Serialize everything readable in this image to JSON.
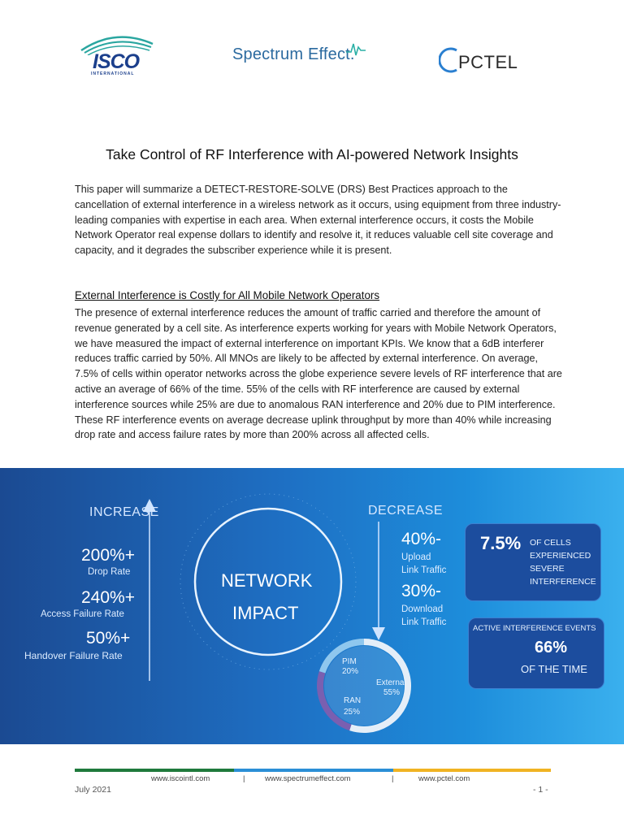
{
  "logos": {
    "isco": "ISCO",
    "isco_sub": "INTERNATIONAL",
    "spectrum_effect": "Spectrum Effect.",
    "pctel": "PCTEL"
  },
  "title": "Take Control of RF Interference with AI-powered Network Insights",
  "intro": "This paper will summarize a DETECT-RESTORE-SOLVE (DRS) Best Practices approach to the cancellation of external interference in a wireless network as it occurs, using equipment from three industry-leading companies with expertise in each area.  When external interference occurs, it costs the Mobile Network Operator real expense dollars to identify and resolve it, it reduces valuable cell site coverage and capacity, and it degrades the subscriber experience while it is present.",
  "section_heading": "External Interference is Costly for All Mobile Network Operators",
  "section_body": "The presence of external interference reduces the amount of traffic carried and therefore the amount of revenue generated by a cell site.  As interference experts working for years with Mobile Network Operators, we have measured the impact of external interference on important KPIs.  We know that a 6dB interferer reduces traffic carried by 50%.  All MNOs are likely to be affected by external interference.  On average, 7.5% of cells within operator networks across the globe experience severe levels of RF interference that are active an average of 66% of the time. 55% of the cells with RF interference are caused by external interference sources while 25% are due to anomalous RAN interference and 20% due to PIM interference. These RF interference events on average decrease uplink throughput by more than 40% while increasing drop rate and access failure rates by more than 200% across all affected cells.",
  "infographic": {
    "increase_label": "INCREASE",
    "decrease_label": "DECREASE",
    "increase_items": [
      {
        "value": "200%+",
        "label": "Drop Rate"
      },
      {
        "value": "240%+",
        "label": "Access Failure Rate"
      },
      {
        "value": "50%+",
        "label": "Handover Failure Rate"
      }
    ],
    "decrease_items": [
      {
        "value": "40%-",
        "label_line1": "Upload",
        "label_line2": "Link Traffic"
      },
      {
        "value": "30%-",
        "label_line1": "Download",
        "label_line2": "Link Traffic"
      }
    ],
    "center_line1": "NETWORK",
    "center_line2": "IMPACT",
    "pie": {
      "slices": [
        {
          "name": "PIM",
          "value": 20,
          "color": "#8fc7ee"
        },
        {
          "name": "External",
          "value": 55,
          "color": "#e4eef8"
        },
        {
          "name": "RAN",
          "value": 25,
          "color": "#7a5fb0"
        }
      ],
      "pim_label": "PIM",
      "pim_value": "20%",
      "external_label": "External",
      "external_value": "55%",
      "ran_label": "RAN",
      "ran_value": "25%"
    },
    "box1": {
      "value": "7.5%",
      "line1": "OF CELLS",
      "line2": "EXPERIENCED",
      "line3": "SEVERE",
      "line4": "INTERFERENCE"
    },
    "box2": {
      "title": "ACTIVE INTERFERENCE EVENTS",
      "value": "66%",
      "caption": "OF THE TIME"
    }
  },
  "footer": {
    "link1": "www.iscointl.com",
    "link2": "www.spectrumeffect.com",
    "link3": "www.pctel.com",
    "separator": "|",
    "date": "July 2021",
    "page": "- 1 -",
    "colors": [
      "#1f7a3c",
      "#2b8fd6",
      "#f0b323"
    ]
  }
}
